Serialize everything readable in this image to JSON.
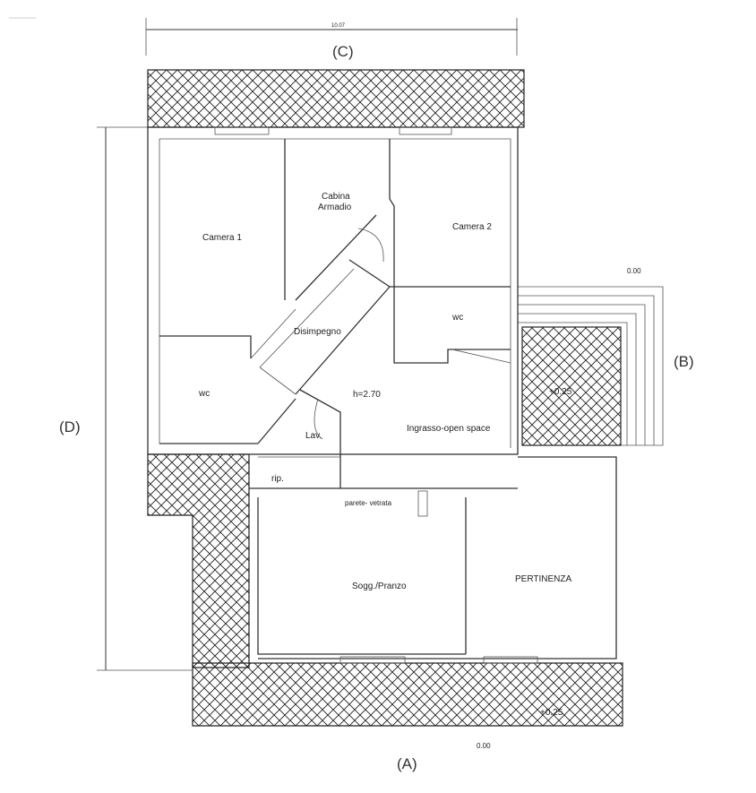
{
  "plan": {
    "side_labels": {
      "top": "(C)",
      "right": "(B)",
      "left": "(D)",
      "bottom": "(A)"
    },
    "top_dimension": "10.07",
    "levels": {
      "right_ground": "0.00",
      "right_terrace": "+0.25",
      "bottom_terrace": "+0.25",
      "bottom_ground": "0.00"
    },
    "height_note": "h=2.70",
    "rooms": {
      "camera1": "Camera 1",
      "cabina": "Cabina\nArmadio",
      "cabina_line1": "Cabina",
      "cabina_line2": "Armadio",
      "camera2": "Camera 2",
      "disimpegno": "Disimpegno",
      "wc_right": "wc",
      "wc_left": "wc",
      "lav": "Lav.",
      "ingresso": "Ingrasso-open space",
      "rip": "rip.",
      "parete": "parete- vetrata",
      "soggiorno": "Sogg./Pranzo",
      "pertinenza": "PERTINENZA"
    }
  }
}
